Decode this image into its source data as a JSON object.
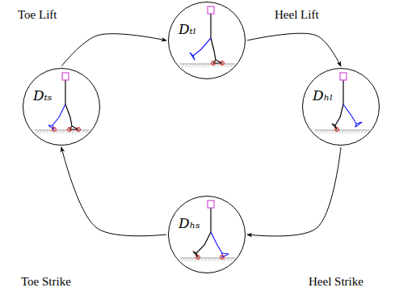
{
  "diagram": {
    "nodes": [
      {
        "text": [
          "Dₜₗ"
        ]
      },
      {
        "text": [
          "Dₜₛ"
        ]
      },
      {
        "text": [
          "Dₕₗ"
        ]
      },
      {
        "text": [
          "Dₕₛ"
        ]
      }
    ],
    "edges": [
      {
        "from": 1,
        "to": 0,
        "arrow": "to",
        "label": "Toe Lift"
      },
      {
        "from": 0,
        "to": 2,
        "arrow": "to",
        "label": "Heel Lift"
      },
      {
        "from": 2,
        "to": 3,
        "arrow": "to",
        "label": "Heel Strike"
      },
      {
        "from": 3,
        "to": 1,
        "arrow": "to",
        "label": "Toe Strike"
      }
    ]
  }
}
